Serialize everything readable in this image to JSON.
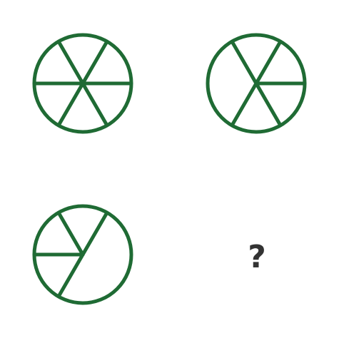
{
  "colors": {
    "stroke": "#1f6b34",
    "question_mark": "#333333",
    "background": "#ffffff"
  },
  "puzzle": {
    "figures": [
      {
        "position": "top-left",
        "shape": "circle",
        "spokes_deg": [
          0,
          60,
          120,
          180,
          240,
          300
        ]
      },
      {
        "position": "top-right",
        "shape": "circle",
        "spokes_deg": [
          0,
          60,
          120,
          240,
          300
        ]
      },
      {
        "position": "bottom-left",
        "shape": "circle",
        "spokes_deg": [
          60,
          120,
          180,
          240
        ]
      }
    ],
    "answer_slot": {
      "position": "bottom-right",
      "label": "?"
    }
  }
}
